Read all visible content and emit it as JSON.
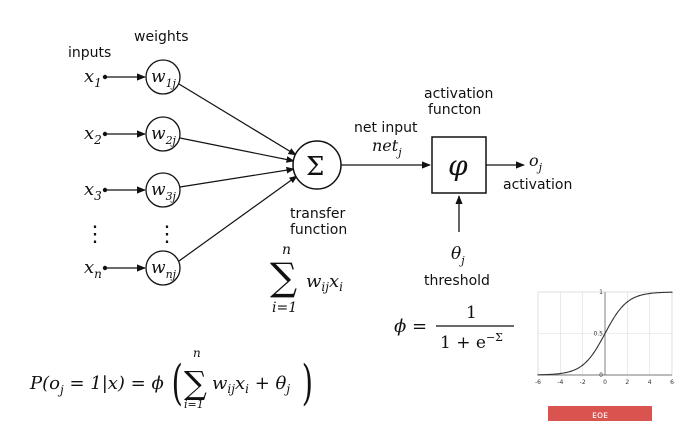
{
  "labels": {
    "inputs": "inputs",
    "weights": "weights",
    "net_input": "net input",
    "activation_function_line1": "activation",
    "activation_function_line2": "functon",
    "transfer_line1": "transfer",
    "transfer_line2": "function",
    "threshold": "threshold",
    "activation": "activation"
  },
  "inputs": [
    {
      "x": "x",
      "sub": "1",
      "w": "w",
      "wsub": "1j"
    },
    {
      "x": "x",
      "sub": "2",
      "w": "w",
      "wsub": "2j"
    },
    {
      "x": "x",
      "sub": "3",
      "w": "w",
      "wsub": "3j"
    },
    {
      "x": "x",
      "sub": "n",
      "w": "w",
      "wsub": "nj"
    }
  ],
  "symbols": {
    "sigma": "Σ",
    "phi": "φ",
    "vdots": "⋮",
    "net": "net",
    "net_sub": "j",
    "out": "o",
    "out_sub": "j",
    "theta": "θ",
    "theta_sub": "j"
  },
  "formulas": {
    "sum_top": "n",
    "sum_sign": "∑",
    "sum_body": "w",
    "sum_body_sub": "ij",
    "sum_var": "x",
    "sum_var_sub": "i",
    "sum_bottom": "i=1",
    "phi_lhs": "ϕ =",
    "phi_num": "1",
    "phi_den": "1 + e",
    "phi_den_exp": "−Σ",
    "prob": "P(o",
    "prob_sub": "j",
    "prob_mid": " = 1|x) = ϕ",
    "prob_sum_top": "n",
    "prob_sum_bottom": "i=1",
    "prob_body": "w",
    "prob_body_sub": "ij",
    "prob_var": "x",
    "prob_var_sub": "i",
    "prob_plus": " + θ",
    "prob_plus_sub": "j"
  },
  "chart_data": {
    "type": "line",
    "function": "logistic sigmoid",
    "x": [
      -6,
      -5,
      -4,
      -3,
      -2,
      -1,
      0,
      1,
      2,
      3,
      4,
      5,
      6
    ],
    "y": [
      0.0025,
      0.0067,
      0.018,
      0.047,
      0.119,
      0.269,
      0.5,
      0.731,
      0.881,
      0.953,
      0.982,
      0.9933,
      0.9975
    ],
    "xlim": [
      -6,
      6
    ],
    "ylim": [
      0,
      1
    ],
    "xticks": [
      "-6",
      "-4",
      "-2",
      "0",
      "2",
      "4",
      "6"
    ],
    "yticks": [
      "1",
      "0.5",
      "0"
    ],
    "grid": true,
    "color": "#333333"
  },
  "watermark": {
    "text": "ᴇᴏᴇ",
    "color": "#d9534f"
  }
}
